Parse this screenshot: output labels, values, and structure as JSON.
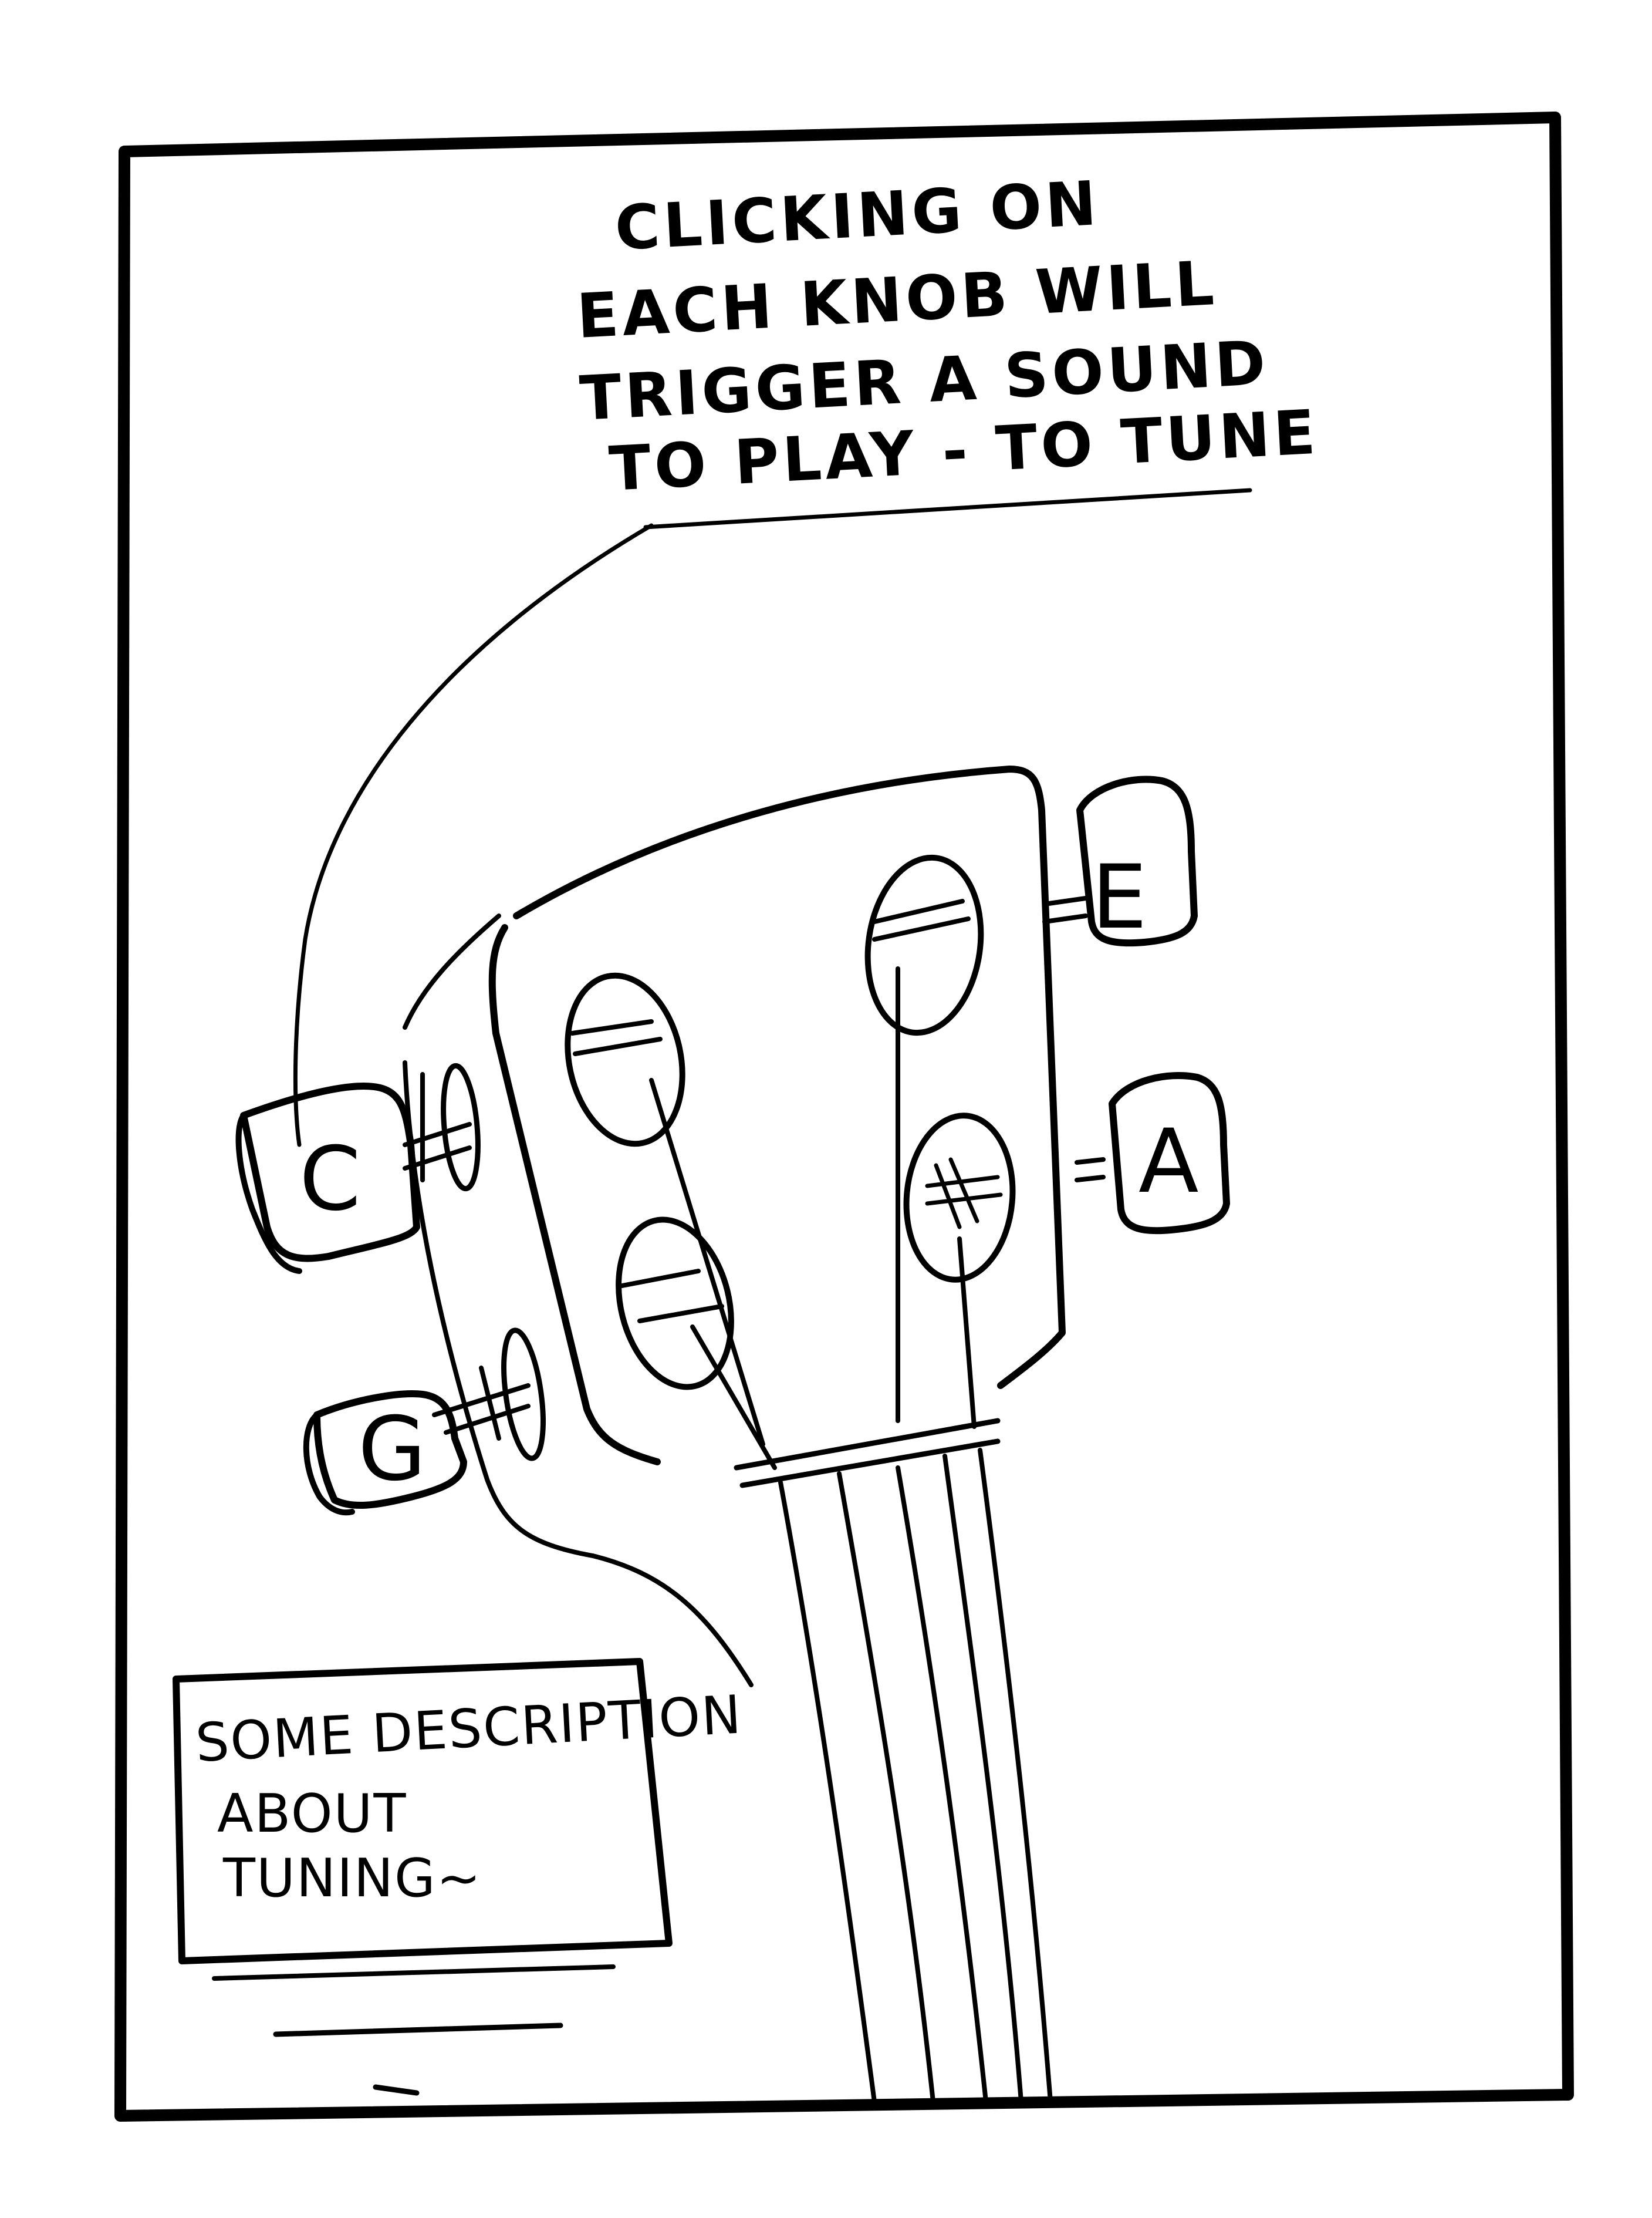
{
  "annotation": {
    "lines": [
      "CLICKING ON",
      "EACH KNOB WILL",
      "TRIGGER A SOUND",
      "TO PLAY - TO TUNE"
    ]
  },
  "knobs": [
    {
      "id": "c",
      "label": "C"
    },
    {
      "id": "g",
      "label": "G"
    },
    {
      "id": "e",
      "label": "E"
    },
    {
      "id": "a",
      "label": "A"
    }
  ],
  "description": {
    "lines": [
      "SOME DESCRIPTION",
      "ABOUT",
      "TUNING~"
    ]
  }
}
